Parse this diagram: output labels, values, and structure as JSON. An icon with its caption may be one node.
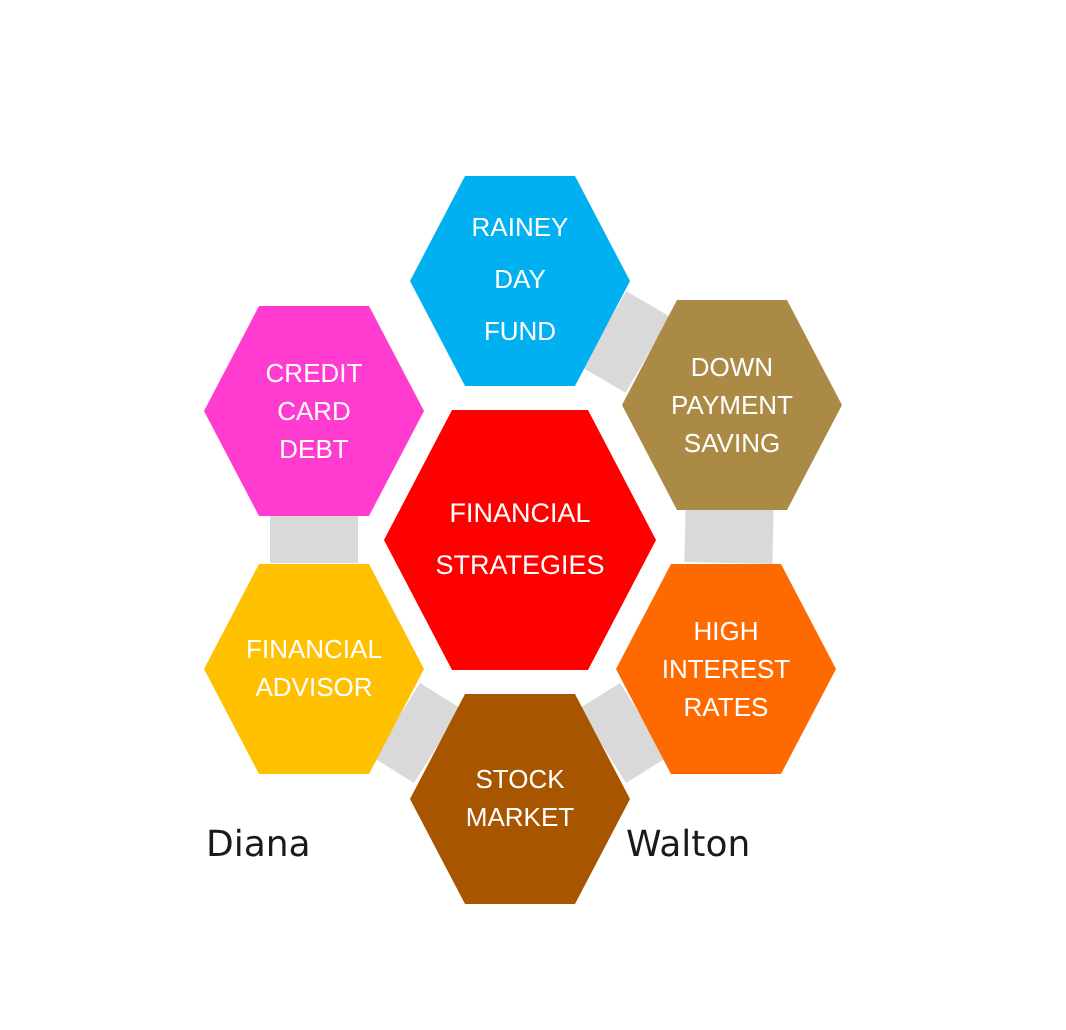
{
  "diagram": {
    "nodes": [
      {
        "text": [
          "RAINEY DAY FUND"
        ]
      },
      {
        "text": [
          "CREDIT CARD DEBT"
        ]
      },
      {
        "text": [
          "DOWN PAYMENT SAVING"
        ]
      },
      {
        "text": [
          "FINANCIAL STRATEGIES"
        ]
      },
      {
        "text": [
          "FINANCIAL ADVISOR"
        ]
      },
      {
        "text": [
          "HIGH INTEREST RATES"
        ]
      },
      {
        "text": [
          "STOCK MARKET"
        ]
      }
    ],
    "edges": [
      {
        "from": 0,
        "to": 2,
        "arrow": "none",
        "color": "#d9d9d9"
      },
      {
        "from": 2,
        "to": 5,
        "arrow": "none",
        "color": "#d9d9d9"
      },
      {
        "from": 5,
        "to": 6,
        "arrow": "none",
        "color": "#d9d9d9"
      },
      {
        "from": 6,
        "to": 4,
        "arrow": "none",
        "color": "#d9d9d9"
      },
      {
        "from": 4,
        "to": 1,
        "arrow": "none",
        "color": "#d9d9d9"
      }
    ],
    "labels": [
      "Diana",
      "Walton"
    ]
  }
}
